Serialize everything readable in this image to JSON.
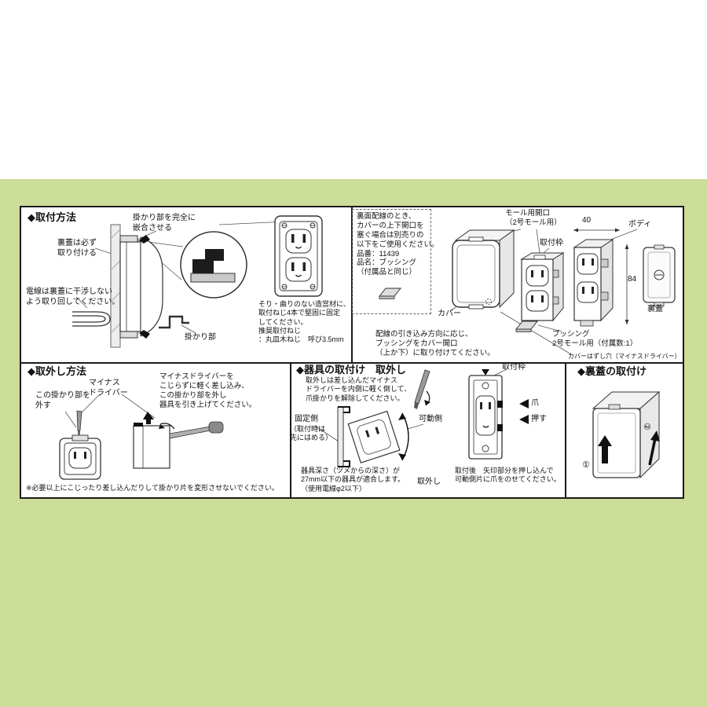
{
  "colors": {
    "band": "#ccdd99",
    "panel_border": "#1a1a1a"
  },
  "sections": {
    "mounting": {
      "heading": "◆取付方法",
      "note_engage": "掛かり部を完全に\n嵌合させる",
      "note_backcover": "裏蓋は必ず\n取り付ける",
      "note_wire": "電線は裏蓋に干渉しない\nよう取り回してください。",
      "label_hook": "掛かり部",
      "note_screws": "そり・曲りのない造営材に、\n取付ねじ4本で堅固に固定\nしてください。\n推奨取付ねじ\n：丸皿木ねじ　呼び3.5mm"
    },
    "rear_wiring": {
      "intro": "裏面配線のとき、\nカバーの上下開口を\n塞ぐ場合は別売りの\n以下をご使用ください。\n品番：11439\n品名：ブッシング\n（付属品と同じ）",
      "label_mall_opening": "モール用開口\n（2号モール用）",
      "label_frame": "取付枠",
      "dim_width": "40",
      "label_body": "ボディ",
      "dim_height": "84",
      "label_back_cover": "裏蓋",
      "label_cover": "カバー",
      "note_direction": "配線の引き込み方向に応じ、\nブッシングをカバー開口\n（上か下）に取り付けてください。",
      "label_bushing": "ブッシング\n2号モール用（付属数:1）",
      "label_cover_hole": "カバーはずし穴（マイナスドライバー）"
    },
    "removal": {
      "heading": "◆取外し方法",
      "label_driver": "マイナス\nドライバー",
      "label_hook": "この掛かり部を\n外す",
      "note": "マイナスドライバーを\nこじらずに軽く差し込み、\nこの掛かり部を外し\n器具を引き上げてください。",
      "caution": "※必要以上にこじったり差し込んだりして掛かり片を変形させないでください。"
    },
    "device": {
      "heading": "◆器具の取付け　取外し",
      "note_removal": "取外しは差し込んだマイナス\nドライバーを内側に軽く倒して、\n爪掛かりを解除してください。",
      "label_fixed": "固定側",
      "label_fixed_sub": "（取付時は\n先にはめる）",
      "label_movable": "可動側",
      "label_remove": "取外し",
      "note_depth": "器具深さ（ツメからの深さ）が\n27mm以下の器具が適合します。\n（使用電線φ2以下）",
      "label_frame": "取付枠",
      "label_claw": "爪",
      "label_push": "押す",
      "note_after": "取付後　矢印部分を押し込んで\n可動側片に爪をのせてください。"
    },
    "back_cover": {
      "heading": "◆裏蓋の取付け",
      "step1": "①",
      "step2": "②"
    }
  }
}
